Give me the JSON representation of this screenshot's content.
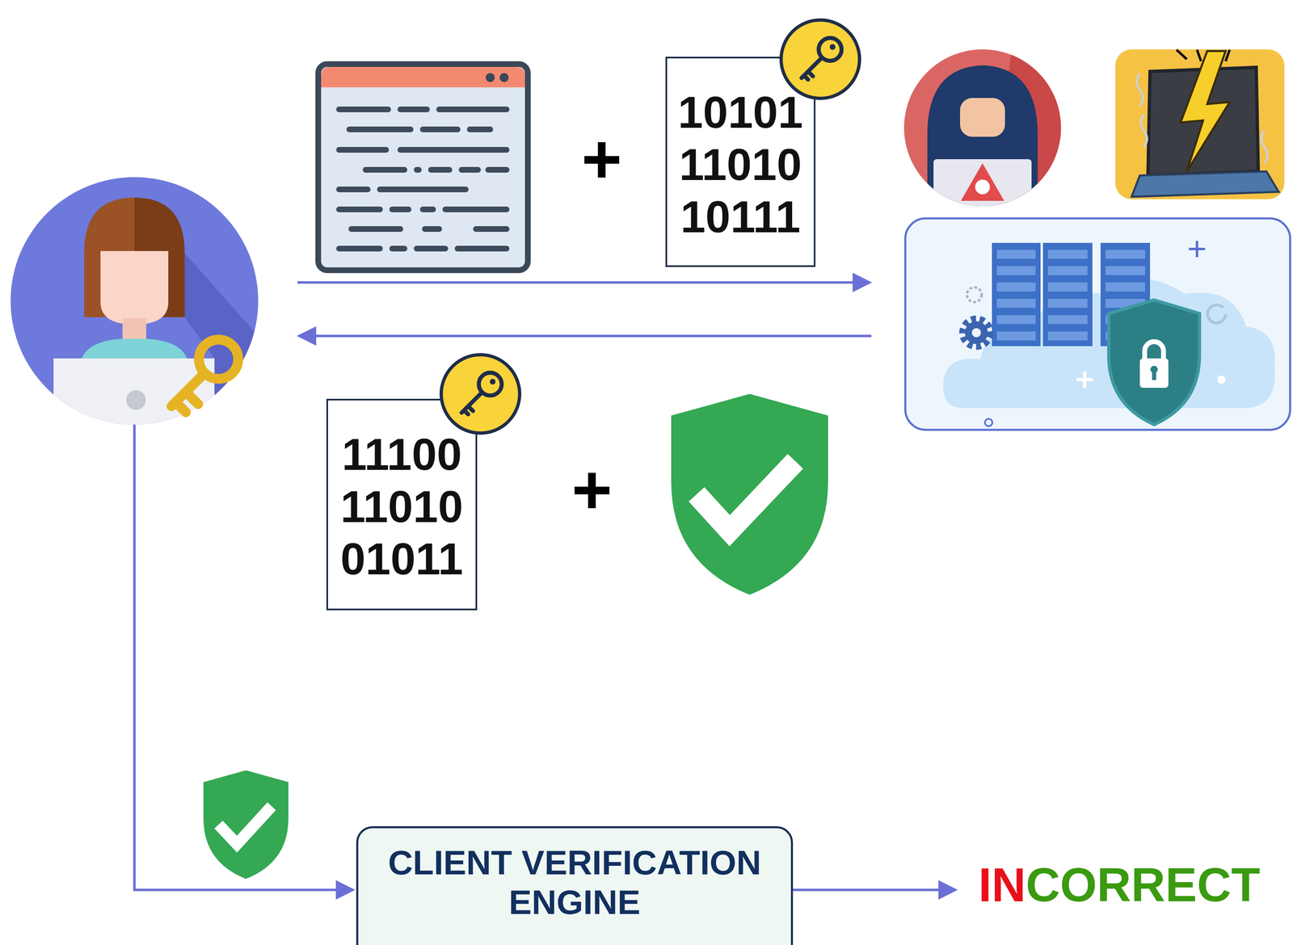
{
  "diagram": {
    "nodes": [
      {
        "text": [
          "10101 11010 10111"
        ]
      },
      {
        "text": [
          "11100 11010 01011"
        ]
      },
      {
        "text": [
          "CLIENT VERIFICATION ENGINE"
        ]
      }
    ],
    "labels": [
      "+",
      "+",
      "IN",
      "CORRECT"
    ]
  }
}
